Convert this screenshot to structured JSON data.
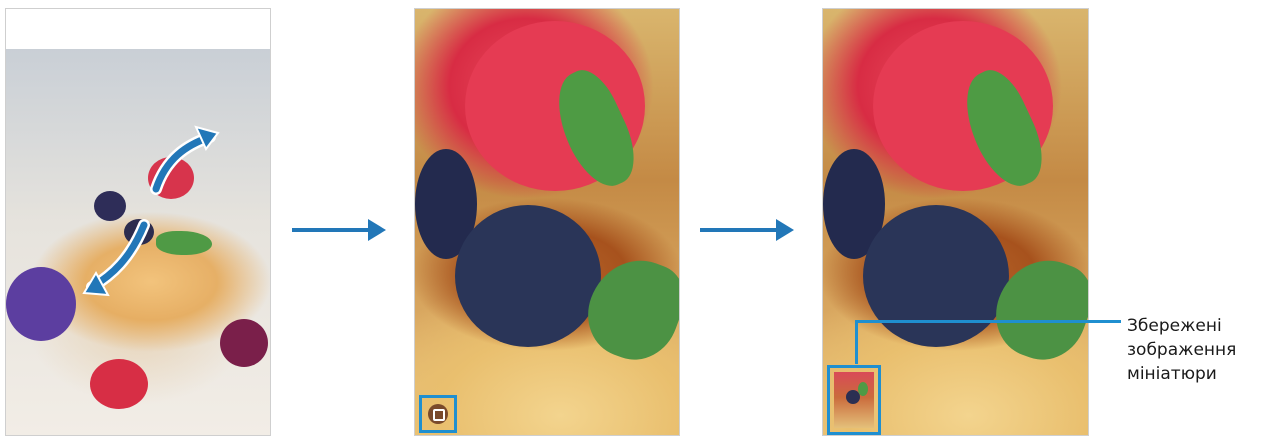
{
  "steps": [
    {
      "name": "step-1",
      "gesture": "spread-to-zoom"
    },
    {
      "name": "step-2",
      "icon": "screenshot-capture-icon"
    },
    {
      "name": "step-3",
      "icon": "saved-thumbnail-icon"
    }
  ],
  "callout": {
    "label": "Збережені\nзображення\nмініатюри"
  },
  "colors": {
    "accent": "#1f8fd0",
    "arrow": "#2277b8"
  }
}
